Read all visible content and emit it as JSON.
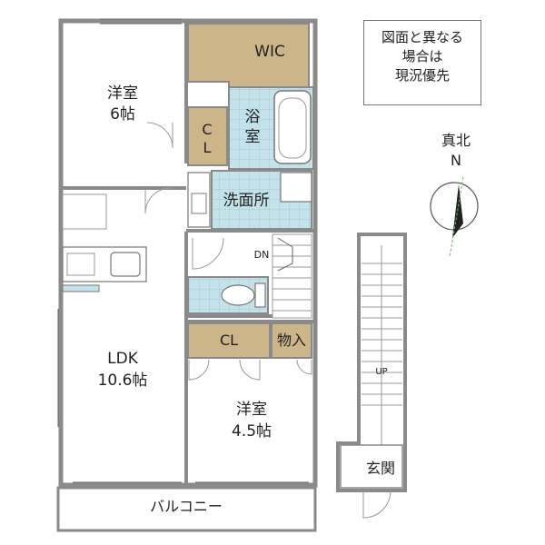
{
  "note": {
    "lines": [
      "図面と異なる",
      "場合は",
      "現況優先"
    ]
  },
  "compass": {
    "label": "真北",
    "n": "N"
  },
  "rooms": {
    "western_6": {
      "name": "洋室",
      "size": "6帖"
    },
    "wic": "WIC",
    "cl_upper": [
      "C",
      "L"
    ],
    "bath": [
      "浴",
      "室"
    ],
    "washroom": "洗面所",
    "dn": "DN",
    "ldk": {
      "name": "LDK",
      "size": "10.6帖"
    },
    "cl_lower": "CL",
    "storage": "物入",
    "western_45": {
      "name": "洋室",
      "size": "4.5帖"
    },
    "up": "UP",
    "entrance": "玄関",
    "balcony": "バルコニー"
  },
  "colors": {
    "closet": "#cdb58a",
    "wet": "#c4e2ea",
    "wall": "#888888",
    "line": "#555555"
  }
}
